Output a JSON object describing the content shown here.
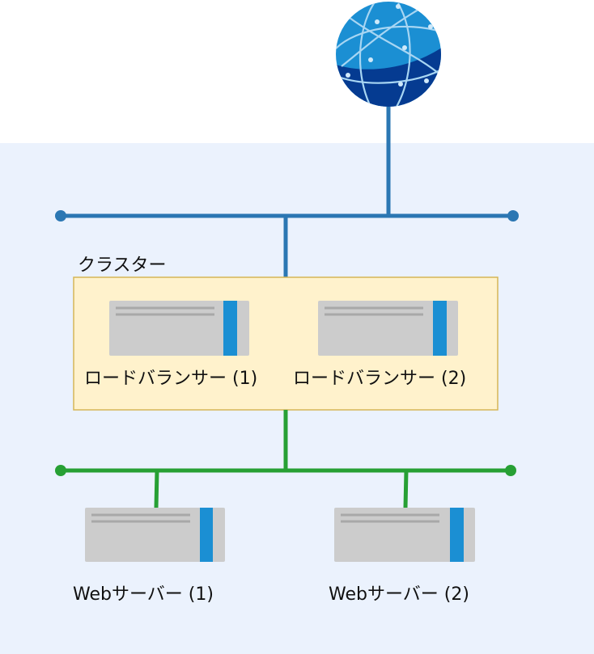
{
  "cluster": {
    "label": "クラスター"
  },
  "load_balancers": [
    {
      "label": "ロードバランサー (1)"
    },
    {
      "label": "ロードバランサー (2)"
    }
  ],
  "web_servers": [
    {
      "label": "Webサーバー (1)"
    },
    {
      "label": "Webサーバー (2)"
    }
  ],
  "colors": {
    "network_panel_bg": "#ebf2fd",
    "upper_line": "#2b77b3",
    "lower_line": "#27a034",
    "cluster_fill": "#fff2cc",
    "cluster_border": "#d6b656",
    "server_body": "#cccccc",
    "server_accent": "#1b8fd3",
    "globe_light": "#1b8fd3",
    "globe_dark": "#053b91"
  }
}
